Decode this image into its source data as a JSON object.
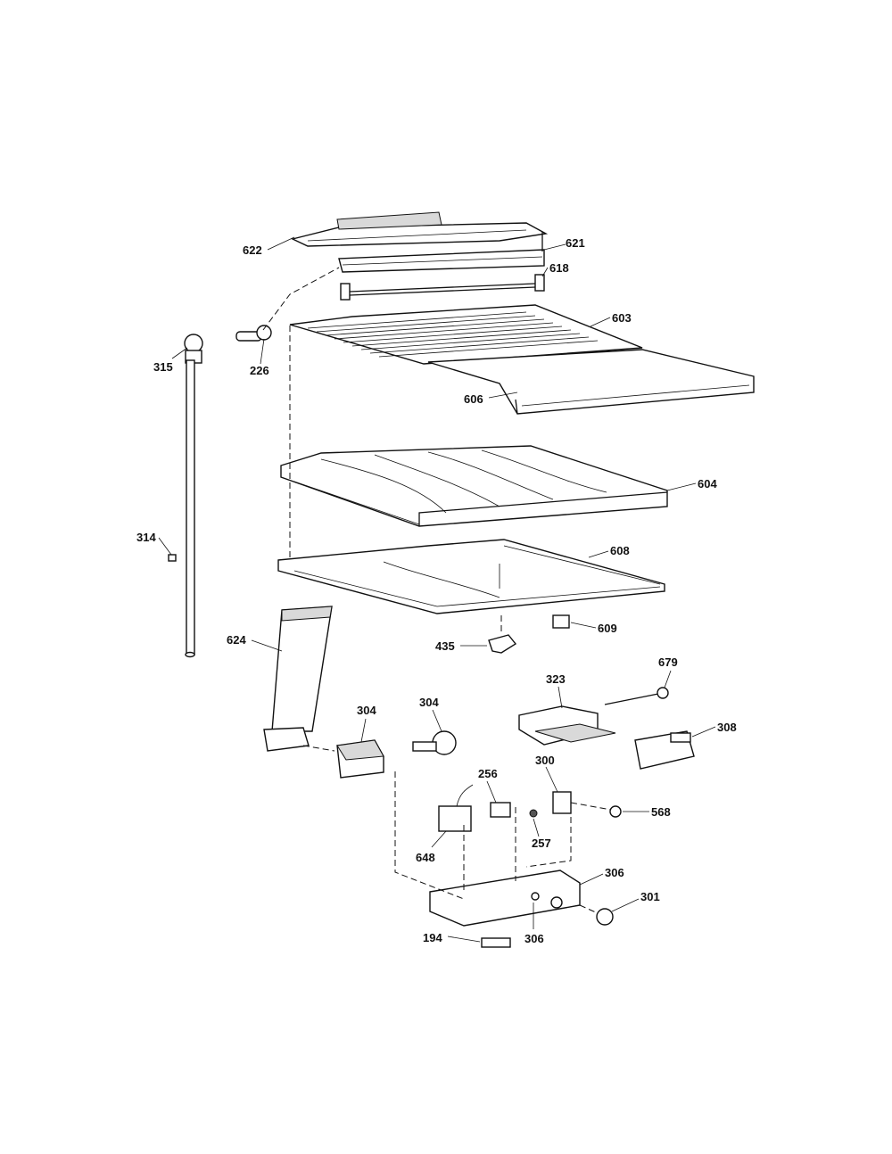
{
  "diagram": {
    "labels": {
      "p622": "622",
      "p621": "621",
      "p618": "618",
      "p603": "603",
      "p226": "226",
      "p315": "315",
      "p606": "606",
      "p604": "604",
      "p314": "314",
      "p608": "608",
      "p609": "609",
      "p435": "435",
      "p624": "624",
      "p679": "679",
      "p323": "323",
      "p304a": "304",
      "p304b": "304",
      "p308": "308",
      "p300": "300",
      "p256": "256",
      "p568": "568",
      "p257": "257",
      "p648": "648",
      "p306a": "306",
      "p301": "301",
      "p194": "194",
      "p306b": "306"
    }
  }
}
